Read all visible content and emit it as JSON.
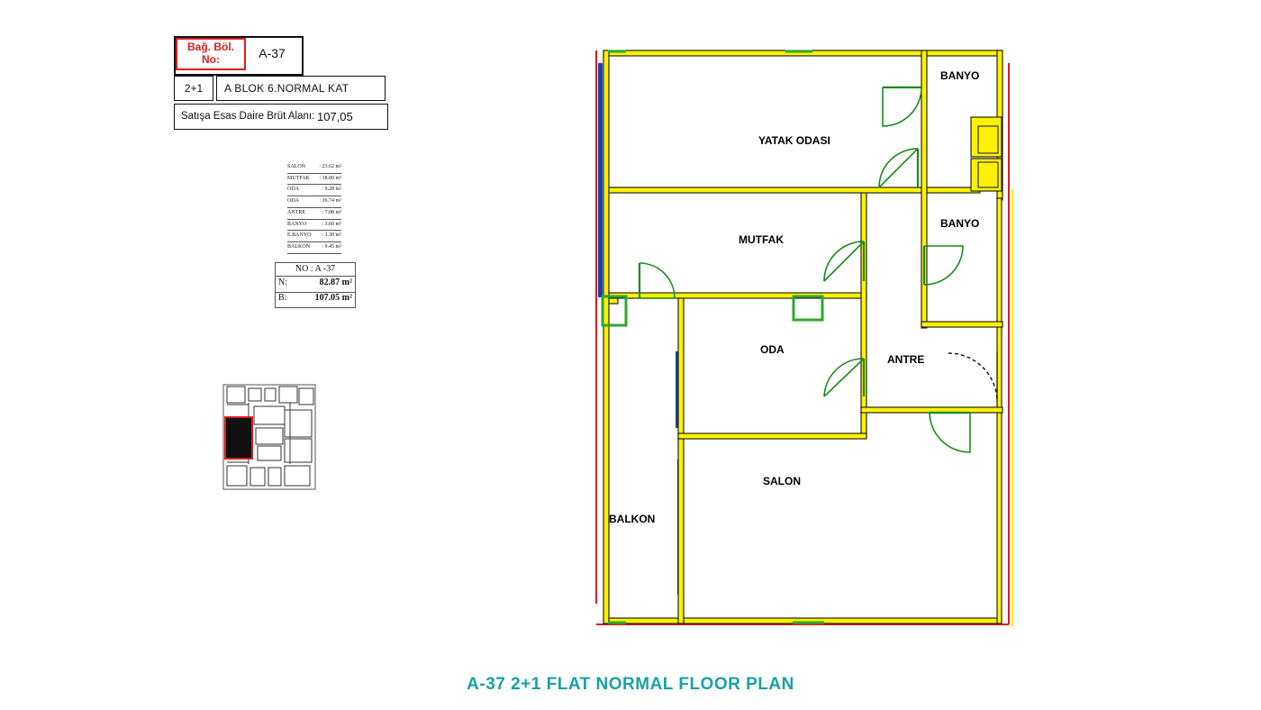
{
  "unit_box": {
    "label": "Bağ. Böl. No:",
    "value": "A-37"
  },
  "type": "2+1",
  "block_floor": "A BLOK  6.NORMAL  KAT",
  "sale_area": {
    "label": "Satışa Esas Daire Brüt Alanı:",
    "value": "107,05"
  },
  "room_areas": [
    {
      "name": "SALON",
      "value": ": 23.62 m²"
    },
    {
      "name": "MUTFAK",
      "value": ": 18.00 m²"
    },
    {
      "name": "ODA",
      "value": ": 9.28 m²"
    },
    {
      "name": "ODA",
      "value": ": 16.74 m²"
    },
    {
      "name": "ANTRE",
      "value": ": 7.08 m²"
    },
    {
      "name": "BANYO",
      "value": ": 3.60 m²"
    },
    {
      "name": "E.BANYO",
      "value": ": 3.30 m²"
    },
    {
      "name": "BALKON",
      "value": ": 9.45 m²"
    }
  ],
  "net_gross": {
    "title": "NO : A -37",
    "net_label": "N:",
    "net_value": "82.87 m²",
    "gross_label": "B:",
    "gross_value": "107.05 m²"
  },
  "rooms": {
    "yatak_odasi": "YATAK ODASI",
    "banyo_1": "BANYO",
    "banyo_2": "BANYO",
    "mutfak": "MUTFAK",
    "oda": "ODA",
    "antre": "ANTRE",
    "salon": "SALON",
    "balkon": "BALKON"
  },
  "caption": "A-37 2+1 FLAT NORMAL FLOOR PLAN",
  "colors": {
    "wall_fill": "#fff200",
    "wall_outline": "#111111",
    "door": "#1a8a1a",
    "window_blue": "#1f3fb0",
    "exterior_red": "#d91e1e",
    "caption": "#1aa1a3"
  }
}
